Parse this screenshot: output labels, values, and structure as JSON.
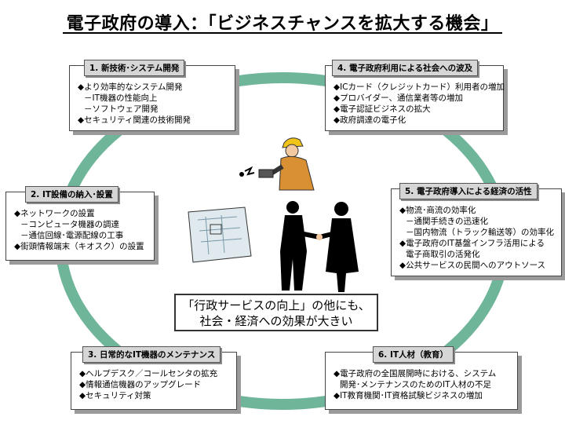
{
  "title": "電子政府の導入：「ビジネスチャンスを拡大する機会」",
  "center_note": [
    "「行政サービスの向上」の他にも、",
    "社会・経済への効果が大きい"
  ],
  "boxes": [
    {
      "id": "box1",
      "header": "1. 新技術･システム開発",
      "lines": [
        {
          "text": "◆より効率的なシステム開発",
          "sub": false
        },
        {
          "text": "－IT機器の性能向上",
          "sub": true
        },
        {
          "text": "－ソフトウェア開発",
          "sub": true
        },
        {
          "text": "◆セキュリティ関連の技術開発",
          "sub": false
        }
      ]
    },
    {
      "id": "box2",
      "header": "2. IT設備の納入･設置",
      "lines": [
        {
          "text": "◆ネットワークの設置",
          "sub": false
        },
        {
          "text": "－コンピュータ機器の調達",
          "sub": true
        },
        {
          "text": "－通信回線･電源配線の工事",
          "sub": true
        },
        {
          "text": "◆街頭情報端末（キオスク）の設置",
          "sub": false
        }
      ]
    },
    {
      "id": "box3",
      "header": "3. 日常的なIT機器のメンテナンス",
      "lines": [
        {
          "text": "◆ヘルプデスク／コールセンタの拡充",
          "sub": false
        },
        {
          "text": "◆情報通信機器のアップグレード",
          "sub": false
        },
        {
          "text": "◆セキュリティ対策",
          "sub": false
        }
      ]
    },
    {
      "id": "box4",
      "header": "4. 電子政府利用による社会への波及",
      "lines": [
        {
          "text": "◆ICカード（クレジットカード）利用者の増加",
          "sub": false
        },
        {
          "text": "◆プロバイダー、通信業者等の増加",
          "sub": false
        },
        {
          "text": "◆電子認証ビジネスの拡大",
          "sub": false
        },
        {
          "text": "◆政府調達の電子化",
          "sub": false
        }
      ]
    },
    {
      "id": "box5",
      "header": "5. 電子政府導入による経済の活性",
      "lines": [
        {
          "text": "◆物流･商流の効率化",
          "sub": false
        },
        {
          "text": "－通関手続きの迅速化",
          "sub": true
        },
        {
          "text": "－国内物流（トラック輸送等）の効率化",
          "sub": true
        },
        {
          "text": "◆電子政府のIT基盤インフラ活用による",
          "sub": false
        },
        {
          "text": "電子商取引の活発化",
          "sub": true
        },
        {
          "text": "◆公共サービスの民間へのアウトソース",
          "sub": false
        }
      ]
    },
    {
      "id": "box6",
      "header": "6. IT人材（教育）",
      "lines": [
        {
          "text": "◆電子政府の全国展開時における、システム",
          "sub": false
        },
        {
          "text": "開発･メンテナンスのためのIT人材の不足",
          "sub": true
        },
        {
          "text": "◆IT教育機関･IT資格試験ビジネスの増加",
          "sub": false
        }
      ]
    }
  ],
  "colors": {
    "ring": "#6fb59a",
    "shadow": "#9a9a9a",
    "header_bg": "#d6d6d6"
  }
}
